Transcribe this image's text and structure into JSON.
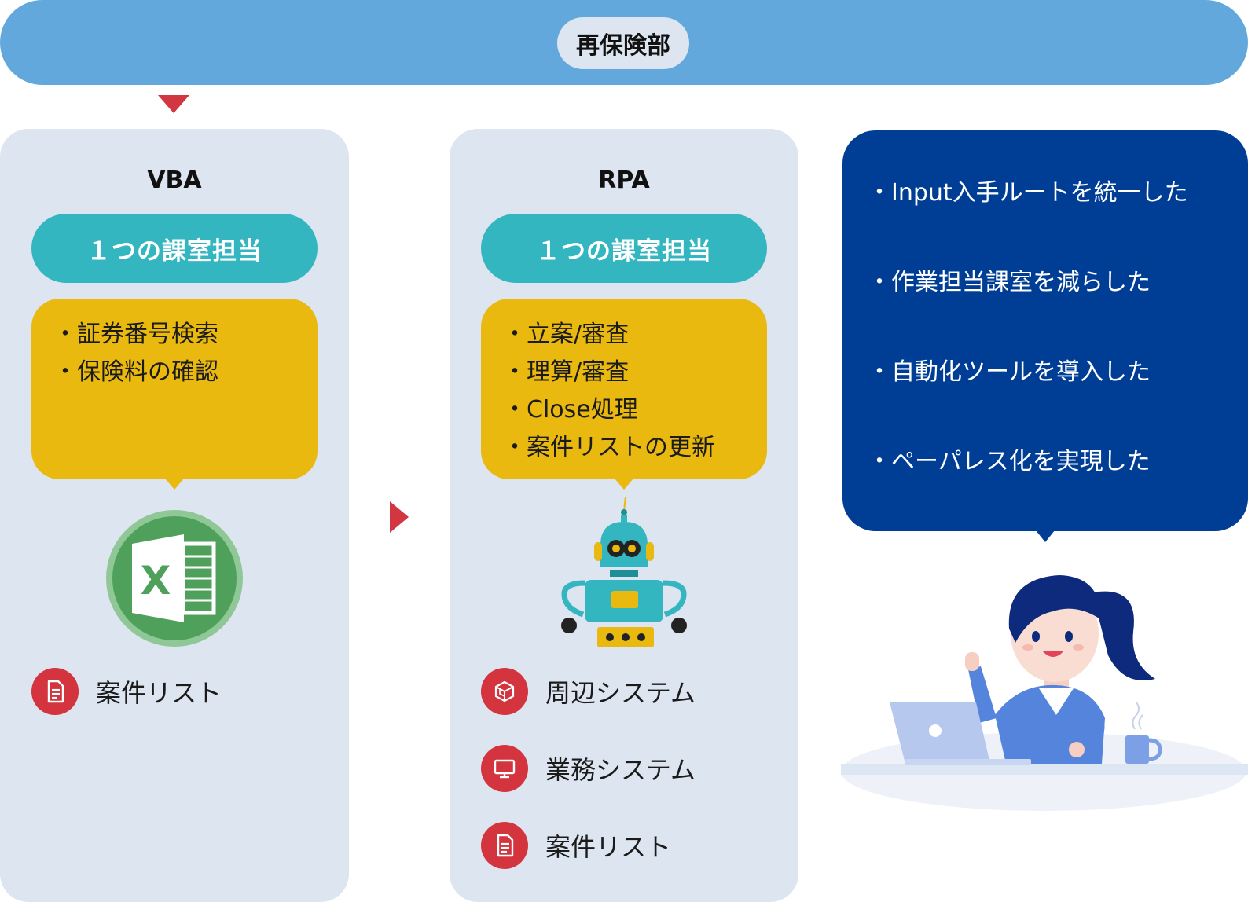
{
  "department": "再保険部",
  "vba": {
    "title": "VBA",
    "team": "１つの課室担当",
    "tasks": [
      "・証券番号検索",
      "・保険料の確認"
    ],
    "tool_icon": "excel-icon",
    "items": [
      {
        "icon": "document-icon",
        "label": "案件リスト"
      }
    ]
  },
  "rpa": {
    "title": "RPA",
    "team": "１つの課室担当",
    "tasks": [
      "・立案/審査",
      "・理算/審査",
      "・Close処理",
      "・案件リストの更新"
    ],
    "tool_icon": "robot-icon",
    "items": [
      {
        "icon": "cube-icon",
        "label": "周辺システム"
      },
      {
        "icon": "monitor-icon",
        "label": "業務システム"
      },
      {
        "icon": "document-icon",
        "label": "案件リスト"
      }
    ]
  },
  "results": [
    "・Input入手ルートを統一した",
    "・作業担当課室を減らした",
    "・自動化ツールを導入した",
    "・ペーパレス化を実現した"
  ],
  "colors": {
    "header_bar": "#62a8dc",
    "panel_bg": "#dce5f0",
    "team_pill": "#34b6c0",
    "task_box": "#e9b90f",
    "accent_red": "#d23640",
    "speech_bg": "#003e96",
    "excel_green": "#4fa05a"
  }
}
